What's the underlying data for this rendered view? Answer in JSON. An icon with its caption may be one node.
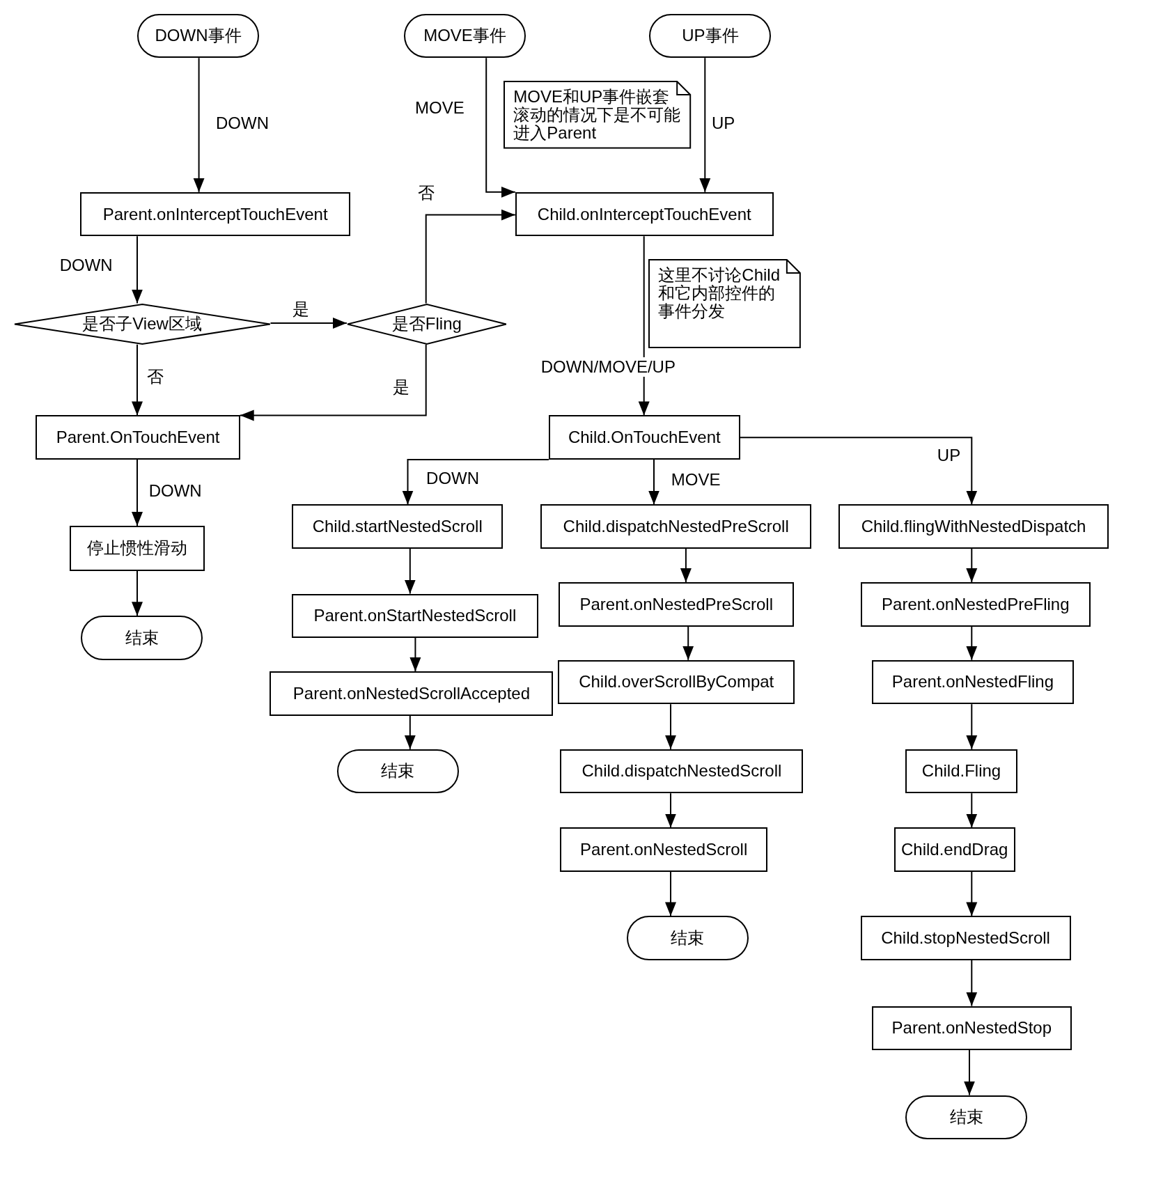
{
  "diagram": {
    "nodes": [
      {
        "text": [
          "DOWN事件"
        ]
      },
      {
        "text": [
          "MOVE事件"
        ]
      },
      {
        "text": [
          "UP事件"
        ]
      },
      {
        "text": [
          "Parent.onInterceptTouchEvent"
        ]
      },
      {
        "text": [
          "MOVE和UP事件嵌套滚动的情况下是不可能进入Parent"
        ]
      },
      {
        "text": [
          "Child.onInterceptTouchEvent"
        ]
      },
      {
        "text": [
          "是否子View区域"
        ]
      },
      {
        "text": [
          "是否Fling"
        ]
      },
      {
        "text": [
          "这里不讨论Child和它内部控件的事件分发"
        ]
      },
      {
        "text": [
          "Parent.OnTouchEvent"
        ]
      },
      {
        "text": [
          "Child.OnTouchEvent"
        ]
      },
      {
        "text": [
          "停止惯性滑动"
        ]
      },
      {
        "text": [
          "结束"
        ]
      },
      {
        "text": [
          "Child.startNestedScroll"
        ]
      },
      {
        "text": [
          "Child.dispatchNestedPreScroll"
        ]
      },
      {
        "text": [
          "Child.flingWithNestedDispatch"
        ]
      },
      {
        "text": [
          "Parent.onStartNestedScroll"
        ]
      },
      {
        "text": [
          "Parent.onNestedPreScroll"
        ]
      },
      {
        "text": [
          "Parent.onNestedPreFling"
        ]
      },
      {
        "text": [
          "Parent.onNestedScrollAccepted"
        ]
      },
      {
        "text": [
          "Child.overScrollByCompat"
        ]
      },
      {
        "text": [
          "Parent.onNestedFling"
        ]
      },
      {
        "text": [
          "结束"
        ]
      },
      {
        "text": [
          "Child.dispatchNestedScroll"
        ]
      },
      {
        "text": [
          "Child.Fling"
        ]
      },
      {
        "text": [
          "Parent.onNestedScroll"
        ]
      },
      {
        "text": [
          "Child.endDrag"
        ]
      },
      {
        "text": [
          "结束"
        ]
      },
      {
        "text": [
          "Child.stopNestedScroll"
        ]
      },
      {
        "text": [
          "Parent.onNestedStop"
        ]
      },
      {
        "text": [
          "结束"
        ]
      }
    ],
    "edges": [
      {
        "from": 0,
        "to": 3,
        "arrow": "to",
        "label": "DOWN"
      },
      {
        "from": 1,
        "to": 5,
        "arrow": "to",
        "label": "MOVE"
      },
      {
        "from": 2,
        "to": 5,
        "arrow": "to",
        "label": "UP"
      },
      {
        "from": 3,
        "to": 6,
        "arrow": "to",
        "label": "DOWN"
      },
      {
        "from": 6,
        "to": 7,
        "arrow": "to",
        "label": "是"
      },
      {
        "from": 6,
        "to": 9,
        "arrow": "to",
        "label": "否"
      },
      {
        "from": 7,
        "to": 9,
        "arrow": "to",
        "label": "是"
      },
      {
        "from": 7,
        "to": 5,
        "arrow": "to",
        "label": "否"
      },
      {
        "from": 5,
        "to": 10,
        "arrow": "to",
        "label": "DOWN/MOVE/UP"
      },
      {
        "from": 9,
        "to": 11,
        "arrow": "to",
        "label": "DOWN"
      },
      {
        "from": 11,
        "to": 12,
        "arrow": "to"
      },
      {
        "from": 10,
        "to": 13,
        "arrow": "to",
        "label": "DOWN"
      },
      {
        "from": 10,
        "to": 14,
        "arrow": "to",
        "label": "MOVE"
      },
      {
        "from": 10,
        "to": 15,
        "arrow": "to",
        "label": "UP"
      },
      {
        "from": 13,
        "to": 16,
        "arrow": "to"
      },
      {
        "from": 16,
        "to": 19,
        "arrow": "to"
      },
      {
        "from": 19,
        "to": 22,
        "arrow": "to"
      },
      {
        "from": 14,
        "to": 17,
        "arrow": "to"
      },
      {
        "from": 17,
        "to": 20,
        "arrow": "to"
      },
      {
        "from": 20,
        "to": 23,
        "arrow": "to"
      },
      {
        "from": 23,
        "to": 25,
        "arrow": "to"
      },
      {
        "from": 25,
        "to": 27,
        "arrow": "to"
      },
      {
        "from": 15,
        "to": 18,
        "arrow": "to"
      },
      {
        "from": 18,
        "to": 21,
        "arrow": "to"
      },
      {
        "from": 21,
        "to": 24,
        "arrow": "to"
      },
      {
        "from": 24,
        "to": 26,
        "arrow": "to"
      },
      {
        "from": 26,
        "to": 28,
        "arrow": "to"
      },
      {
        "from": 28,
        "to": 29,
        "arrow": "to"
      },
      {
        "from": 29,
        "to": 30,
        "arrow": "to"
      }
    ]
  }
}
